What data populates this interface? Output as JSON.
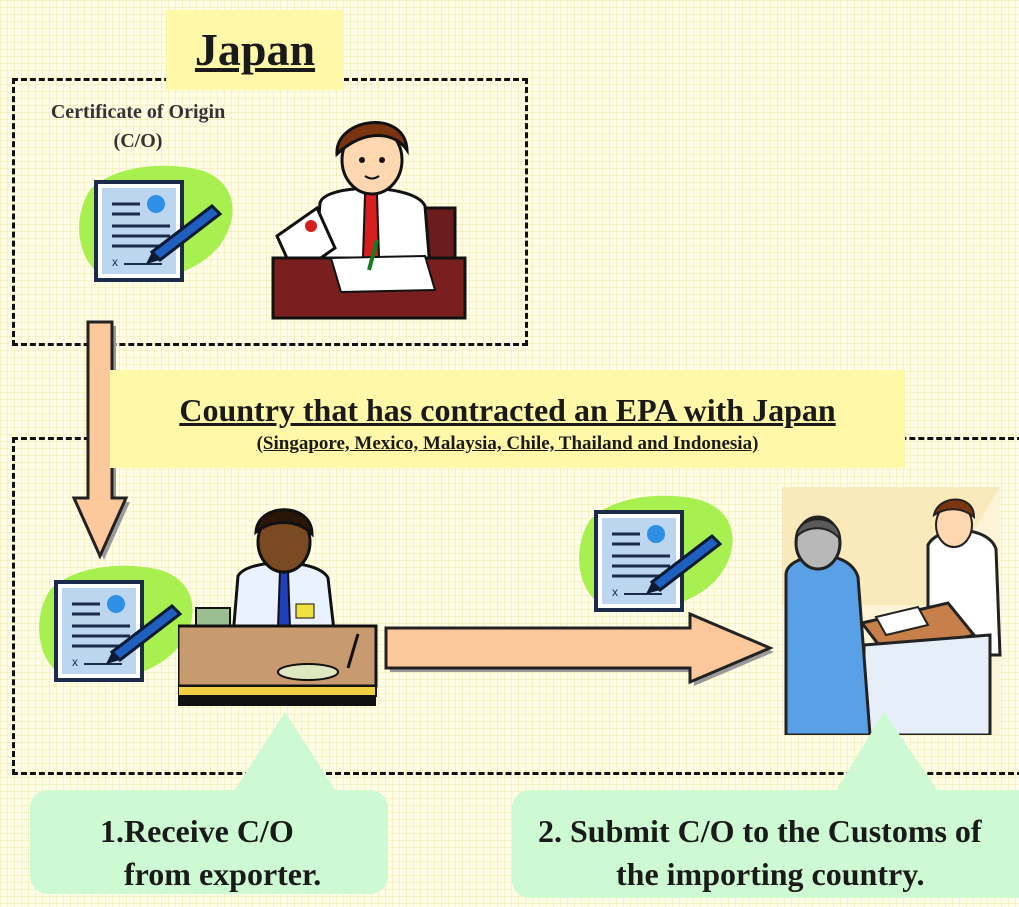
{
  "japan": {
    "title": "Japan",
    "co_label_line1": "Certificate of Origin",
    "co_label_line2": "(C/O)"
  },
  "epa_country": {
    "title": "Country that has contracted an EPA with Japan",
    "subtitle": "(Singapore, Mexico, Malaysia, Chile, Thailand and Indonesia)"
  },
  "steps": [
    {
      "line1": "1.Receive C/O",
      "line2": "from exporter."
    },
    {
      "line1": "2. Submit C/O to the Customs of",
      "line2": "the importing country."
    }
  ],
  "icons": {
    "certificate": "certificate-with-pen-icon",
    "exporter": "exporter-at-desk-illustration",
    "importer": "importer-with-cash-illustration",
    "customs": "customs-officer-inspection-illustration"
  },
  "colors": {
    "title_bg": "#fff8a8",
    "callout_bg": "#cdfad3",
    "arrow_fill": "#fcc89c",
    "arrow_shadow": "#9a9a9a",
    "blob": "#a8f050"
  }
}
